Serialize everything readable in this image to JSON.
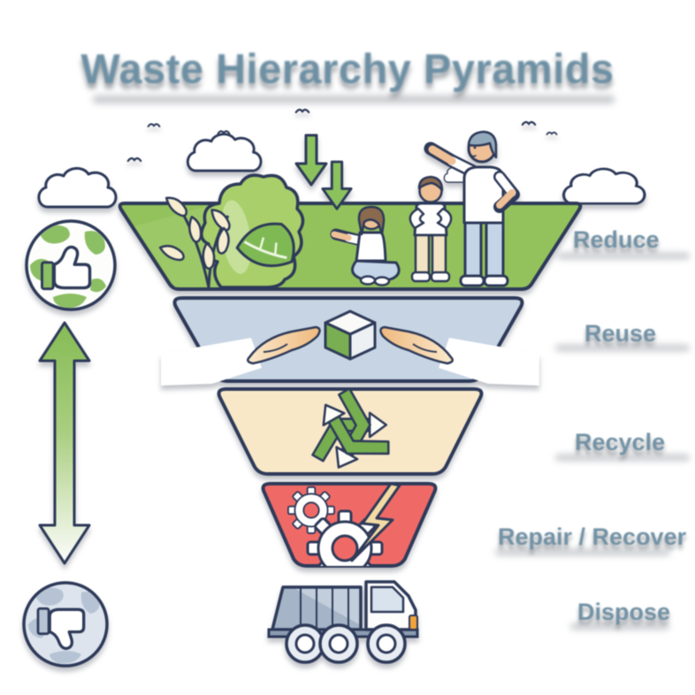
{
  "title": "Waste Hierarchy Pyramids",
  "levels": [
    {
      "label": "Reduce",
      "color": "#93C25C",
      "icon": "reduce-nature-people-scene"
    },
    {
      "label": "Reuse",
      "color": "#C6D4E3",
      "icon": "hands-sharing-cube"
    },
    {
      "label": "Recycle",
      "color": "#F8E8C8",
      "icon": "recycling-arrows"
    },
    {
      "label": "Repair / Recover",
      "color": "#EF6A67",
      "icon": "gears-and-lightning"
    },
    {
      "label": "Dispose",
      "color": "#A5B4C6",
      "icon": "garbage-truck"
    }
  ],
  "scale": {
    "best_icon": "globe-thumbs-up",
    "worst_icon": "globe-thumbs-down",
    "arrow_icon": "vertical-double-arrow"
  },
  "colors": {
    "outline": "#2E3A59",
    "title_text": "#6E90A4",
    "label_text": "#7392A5",
    "reduce_green": "#93C25C",
    "reuse_blue": "#C6D4E3",
    "recycle_cream": "#F8E8C8",
    "repair_red": "#EF6A67",
    "truck_gray": "#A5B4C6",
    "arrow_green": "#8CC057"
  }
}
